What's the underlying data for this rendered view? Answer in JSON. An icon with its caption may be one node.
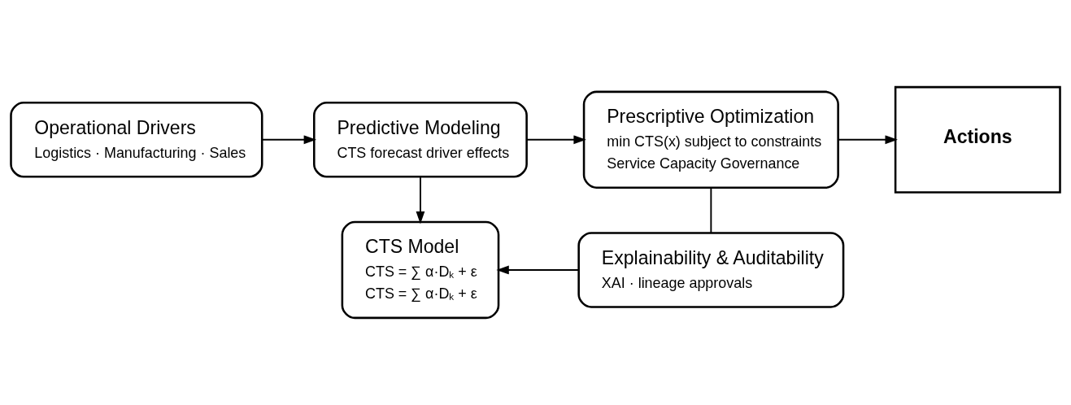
{
  "diagram": {
    "nodes": [
      {
        "text": [
          "Operational Drivers",
          "Logistics · Manufacturing · Sales"
        ]
      },
      {
        "text": [
          "Predictive Modeling",
          "CTS forecast driver effects"
        ]
      },
      {
        "text": [
          "Prescriptive Optimization",
          "min CTS(x) subject to constraints",
          "Service Capacity Governance"
        ]
      },
      {
        "text": [
          "Actions"
        ]
      },
      {
        "text": [
          "CTS Model",
          "CTS = ∑ α·Dₖ + ε",
          "CTS = ∑ α·Dₖ + ε"
        ]
      },
      {
        "text": [
          "Explainability & Auditability",
          "XAI · lineage approvals"
        ]
      }
    ],
    "edges": [
      {
        "from": 0,
        "to": 1,
        "arrow": "to"
      },
      {
        "from": 1,
        "to": 2,
        "arrow": "to"
      },
      {
        "from": 2,
        "to": 3,
        "arrow": "to"
      },
      {
        "from": 1,
        "to": 4,
        "arrow": "to"
      },
      {
        "from": 2,
        "to": 5,
        "arrow": "none"
      },
      {
        "from": 5,
        "to": 4,
        "arrow": "to"
      }
    ]
  }
}
